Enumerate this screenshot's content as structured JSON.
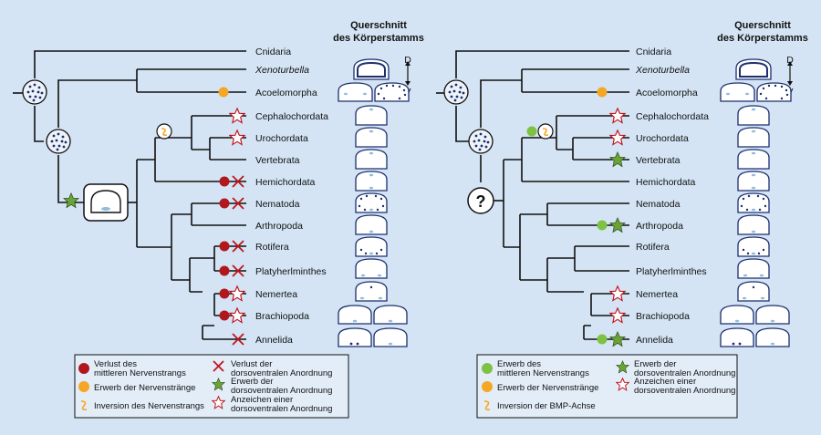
{
  "left": {
    "header": [
      "Querschnitt",
      "des Körperstamms"
    ],
    "axis": {
      "top": "D",
      "bottom": "V"
    },
    "taxa": [
      "Cnidaria",
      "Xenoturbella",
      "Acoelomorpha",
      "Cephalochordata",
      "Urochordata",
      "Vertebrata",
      "Hemichordata",
      "Nematoda",
      "Arthropoda",
      "Rotifera",
      "Platyherlminthes",
      "Nemertea",
      "Brachiopoda",
      "Annelida"
    ],
    "legend": {
      "loss_cord": [
        "Verlust des",
        "mittleren Nervenstrangs"
      ],
      "gain_cords": "Erwerb der Nervenstränge",
      "inversion": "Inversion des Nervenstrangs",
      "loss_dv": [
        "Verlust der",
        "dorsoventralen Anordnung"
      ],
      "gain_dv": [
        "Erwerb der",
        "dorsoventralen Anordnung"
      ],
      "sign_dv": [
        "Anzeichen einer",
        "dorsoventralen Anordnung"
      ]
    }
  },
  "right": {
    "header": [
      "Querschnitt",
      "des Körperstamms"
    ],
    "axis": {
      "top": "D",
      "bottom": "V"
    },
    "question": "?",
    "taxa": [
      "Cnidaria",
      "Xenoturbella",
      "Acoelomorpha",
      "Cephalochordata",
      "Urochordata",
      "Vertebrata",
      "Hemichordata",
      "Nematoda",
      "Arthropoda",
      "Rotifera",
      "Platyherlminthes",
      "Nemertea",
      "Brachiopoda",
      "Annelida"
    ],
    "legend": {
      "gain_cord": [
        "Erwerb des",
        "mittleren Nervenstrangs"
      ],
      "gain_cords": "Erwerb der Nervenstränge",
      "inversion": "Inversion der BMP-Achse",
      "gain_dv": [
        "Erwerb der",
        "dorsoventralen Anordnung"
      ],
      "sign_dv": [
        "Anzeichen einer",
        "dorsoventralen Anordnung"
      ]
    }
  },
  "colors": {
    "background": "#d4e4f4",
    "loss": "#b0181e",
    "gain_green": "#7dc242",
    "gain_orange": "#f5a623",
    "star_green": "#6aa33a",
    "nerve_blue": "#8fbde0",
    "dot_navy": "#1c2f6e"
  }
}
